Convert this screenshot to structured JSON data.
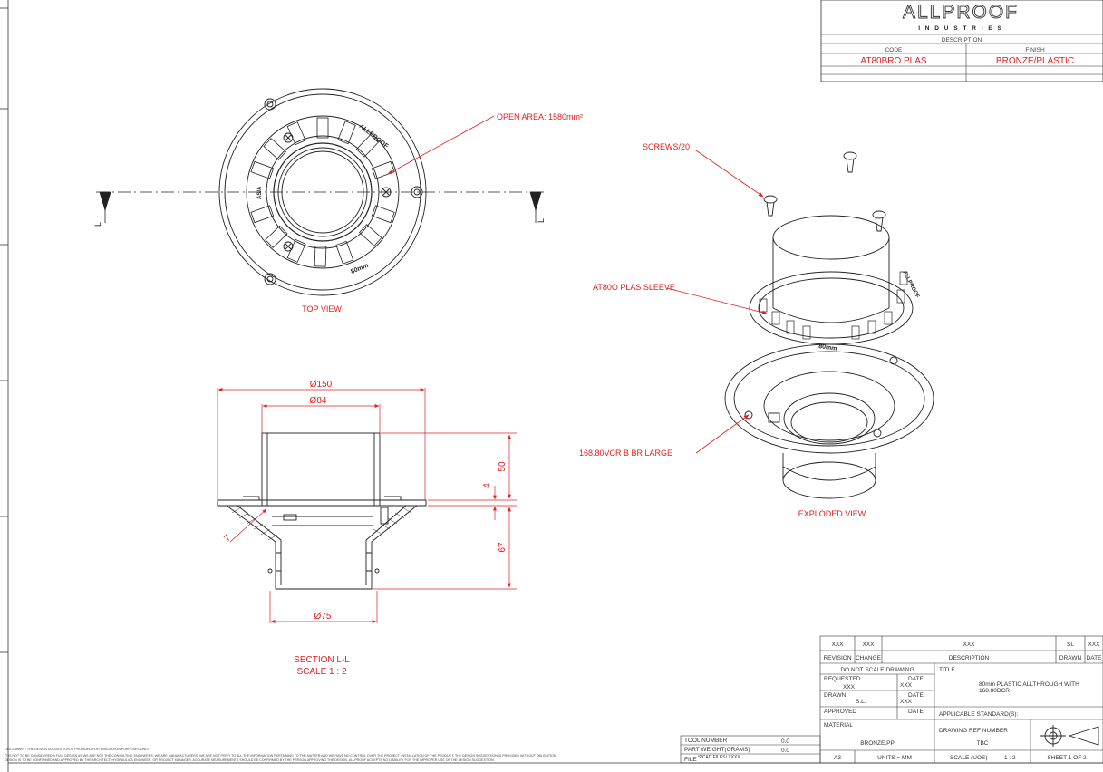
{
  "title_block_top": {
    "brand": "ALLPROOF",
    "brand_sub": "I N D U S T R I E S",
    "description_header": "DESCRIPTION",
    "code_header": "CODE",
    "finish_header": "FINISH",
    "code_value": "AT80BRO PLAS",
    "finish_value": "BRONZE/PLASTIC"
  },
  "callouts": {
    "open_area": "OPEN AREA: 1580mm²",
    "screws": "SCREWS/20",
    "sleeve": "AT80O PLAS SLEEVE",
    "large": "168.80VCR B BR LARGE"
  },
  "views": {
    "top_view": "TOP VIEW",
    "exploded_view": "EXPLODED VIEW",
    "section": "SECTION L-L",
    "section_scale": "SCALE 1 : 2",
    "section_marker": "L",
    "ring_text_brand": "ALLPROOF",
    "ring_text_size": "80mm",
    "ring_text_code": "AS/A",
    "sleeve_text_size": "80mm",
    "sleeve_text_brand": "ALLPROOF"
  },
  "dimensions": {
    "d150": "Ø150",
    "d84": "Ø84",
    "d75": "Ø75",
    "h50": "50",
    "h4": "4",
    "h67": "67",
    "h7": "7"
  },
  "title_block_bottom": {
    "rev_val1": "XXX",
    "rev_val2": "XXX",
    "desc_val": "XXX",
    "drawn_val": "SL",
    "date_val": "XXX",
    "revision": "REVISION",
    "change": "CHANGE",
    "description": "DESCRIPTION",
    "drawn": "DRAWN",
    "date": "DATE",
    "do_not_scale": "DO NOT SCALE DRAWING",
    "title_label": "TITLE",
    "title_line1": "80mm PLASTIC ALLTHROUGH WITH",
    "title_line2": "168.80DCR",
    "requested": "REQUESTED",
    "requested_by": "XXX",
    "requested_date_label": "DATE",
    "requested_date": "XXX",
    "drawn_label": "DRAWN",
    "drawn_by": "S.L.",
    "drawn_date_label": "DATE",
    "drawn_date": "XXX",
    "approved": "APPROVED",
    "approved_date_label": "DATE",
    "applicable": "APPLICABLE STANDARD(S):",
    "material": "MATERIAL",
    "material_value": "BRONZE,PP",
    "drawing_ref": "DRAWING REF NUMBER",
    "drawing_ref_value": "TBC",
    "sheet_size": "A3",
    "units": "UNITS = MM",
    "scale_label": "SCALE (UOS)",
    "scale_value": "1 : 2",
    "sheet": "SHEET 1 OF 2",
    "tool_number": "TOOL NUMBER",
    "tool_value": "0.0",
    "part_weight": "PART WEIGHT(GRAMS)",
    "weight_value": "0.0",
    "file": "FILE",
    "file_value": "S/CAD FILES/ XXXX"
  },
  "disclaimer": {
    "line1": "DISCLAIMER : THE DESIGN SUGGESTION IS PROVIDED FOR EVALUATION PURPOSES ONLY.",
    "line2": "IT IS NOT TO BE CONSIDERED A FULL DESIGN AS WE ARE NOT THE CONSULTING ENGINEERS. WE ARE MANUFACTURERS. WE ARE NOT PRIVY TO ALL THE INFORMATION PERTAINING TO THE MATTER AND WE HAVE NO CONTROL OVER THE PROJECT. INSTALLATION OF THE PRODUCT. THE DESIGN SUGGESTION IS PROVIDED WITHOUT OBLIGATION.",
    "line3": "DESIGN IS TO BE CONFIRMED AND APPROVED BY THE ARCHITECT, HYDRAULICS ENGINEER, OR PROJECT MANAGER. ACCURATE MEASUREMENTS SHOULD BE CONFIRMED BY THE PERSON APPROVING THE DESIGN. ALLPROOF ACCEPTS NO LIABILITY FOR THE IMPROPER USE OF THE DESIGN SUGGESTION."
  },
  "colors": {
    "annotation": "#e02020",
    "line": "#222222"
  }
}
